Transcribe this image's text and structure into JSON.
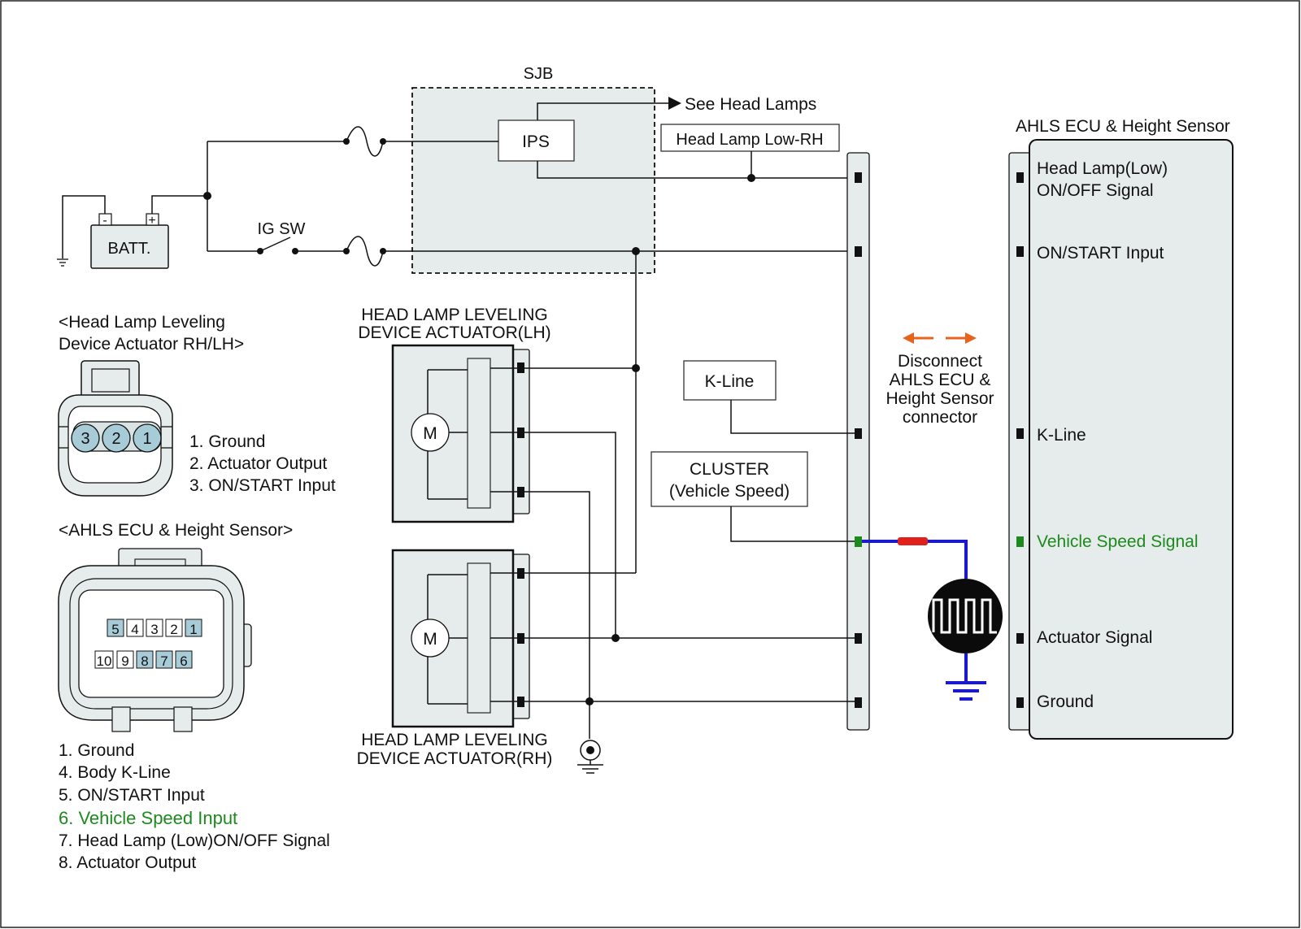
{
  "sjb": {
    "label": "SJB",
    "ips": "IPS"
  },
  "see_head_lamps": "See Head Lamps",
  "head_lamp_low_rh": "Head Lamp Low-RH",
  "batt": {
    "label": "BATT.",
    "minus": "-",
    "plus": "+"
  },
  "ig_sw": "IG SW",
  "actuator_lh": {
    "title_line1": "HEAD LAMP LEVELING",
    "title_line2": "DEVICE ACTUATOR(LH)",
    "motor": "M"
  },
  "actuator_rh": {
    "title_line1": "HEAD LAMP LEVELING",
    "title_line2": "DEVICE ACTUATOR(RH)",
    "motor": "M"
  },
  "k_line_box": "K-Line",
  "cluster_box": {
    "line1": "CLUSTER",
    "line2": "(Vehicle Speed)"
  },
  "disconnect_note": {
    "line1": "Disconnect",
    "line2": "AHLS ECU &",
    "line3": "Height Sensor",
    "line4": "connector"
  },
  "ecu": {
    "title": "AHLS ECU & Height Sensor",
    "pins": {
      "head_lamp_line1": "Head Lamp(Low)",
      "head_lamp_line2": "ON/OFF Signal",
      "on_start": "ON/START Input",
      "k_line": "K-Line",
      "vehicle_speed": "Vehicle Speed Signal",
      "actuator": "Actuator Signal",
      "ground": "Ground"
    }
  },
  "actuator_connector": {
    "title_line1": "<Head Lamp Leveling",
    "title_line2": "Device Actuator RH/LH>",
    "pin_numbers": [
      "3",
      "2",
      "1"
    ],
    "legend": [
      "1. Ground",
      "2. Actuator Output",
      "3. ON/START Input"
    ]
  },
  "ecu_connector": {
    "title": "<AHLS ECU & Height Sensor>",
    "top_pins": [
      "5",
      "4",
      "3",
      "2",
      "1"
    ],
    "bottom_pins": [
      "10",
      "9",
      "8",
      "7",
      "6"
    ],
    "legend": [
      "1. Ground",
      "4. Body K-Line",
      "5. ON/START Input",
      "6. Vehicle Speed Input",
      "7. Head Lamp (Low)ON/OFF Signal",
      "8. Actuator Output"
    ]
  },
  "colors": {
    "highlight_green": "#1d8a1d",
    "probe_blue": "#1a1acc",
    "probe_red": "#e0201b",
    "arrow_orange": "#e8641e",
    "pin_blue": "#a7ccd8",
    "component_fill": "#e6ebeb"
  }
}
